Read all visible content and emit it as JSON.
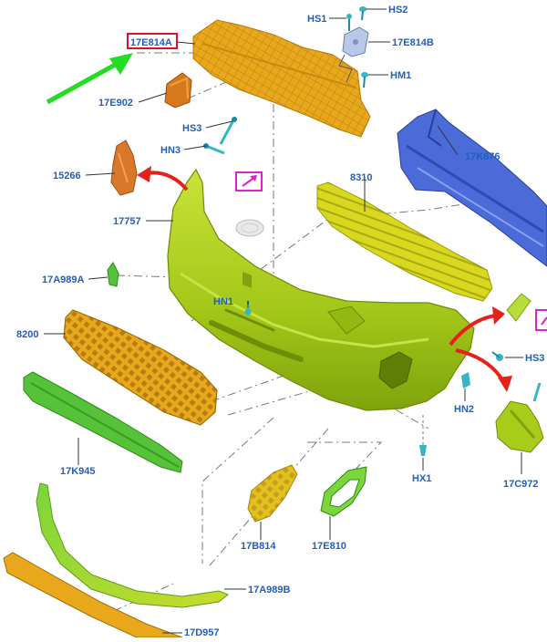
{
  "colors": {
    "label": "#1f5fbf",
    "leader": "#333333",
    "dash": "#7a7a7a",
    "bumper": "#a8cc1a",
    "orange": "#e8a41c",
    "green": "#55c23a",
    "blue": "#4a6bd8",
    "yellow": "#d8d81e",
    "brown": "#d9782b",
    "cyan": "#35b6c8",
    "highlight_box": "#e0102a",
    "magenta": "#e020c8",
    "pointer_green": "#22dd22",
    "pointer_red": "#e8201a"
  },
  "highlighted_part": "17E814A",
  "labels": {
    "p17E814A": "17E814A",
    "pHS1": "HS1",
    "pHS2": "HS2",
    "p17E814B": "17E814B",
    "pHM1": "HM1",
    "p17E902": "17E902",
    "pHS3a": "HS3",
    "pHN3": "HN3",
    "p17K876": "17K876",
    "p15266": "15266",
    "p8310": "8310",
    "p17757": "17757",
    "p17A989A": "17A989A",
    "pHN1": "HN1",
    "p8200": "8200",
    "pHS3b": "HS3",
    "pHN2": "HN2",
    "pHX1": "HX1",
    "p17K945": "17K945",
    "p17C972": "17C972",
    "p17B814": "17B814",
    "p17E810": "17E810",
    "p17A989B": "17A989B",
    "p17D957": "17D957"
  }
}
